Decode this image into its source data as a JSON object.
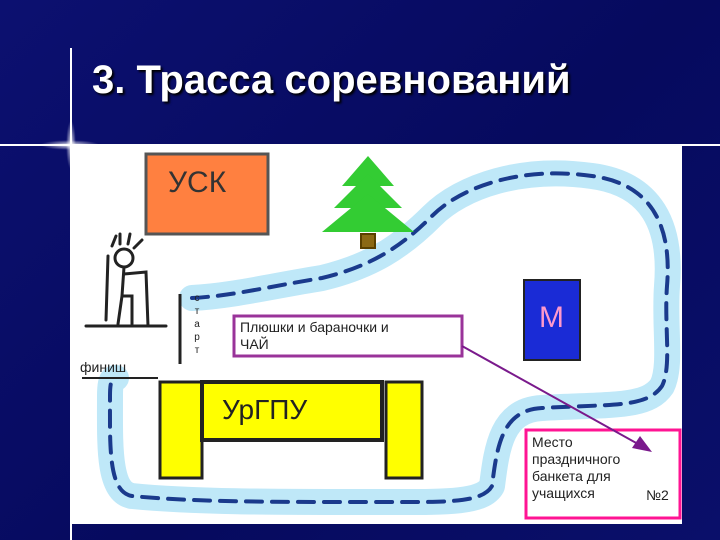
{
  "slide": {
    "title": "3. Трасса соревнований"
  },
  "map": {
    "usk": "УСК",
    "m": "М",
    "urgpu": "УрГПУ",
    "finish": "финиш",
    "start_letters": [
      "с",
      "т",
      "а",
      "р",
      "т"
    ],
    "callout_tea": [
      "Плюшки и бараночки и",
      "ЧАЙ"
    ],
    "callout_banquet": [
      "Место",
      "праздничного",
      "банкета для",
      "учащихся"
    ],
    "banquet_number": "№2"
  },
  "colors": {
    "background": "#0a0f6a",
    "track_glow": "#bfe8f8",
    "track_dash": "#1a3a8c",
    "usk_fill": "#ff8040",
    "tree_green": "#33cc33",
    "tree_trunk": "#8b6914",
    "m_fill": "#1a2bd6",
    "yellow": "#ffff00",
    "callout_border": "#993399",
    "banquet_border": "#ff1493",
    "arrow": "#7a1a8c"
  },
  "icons": [
    "fir-tree-icon",
    "skier-icon"
  ]
}
